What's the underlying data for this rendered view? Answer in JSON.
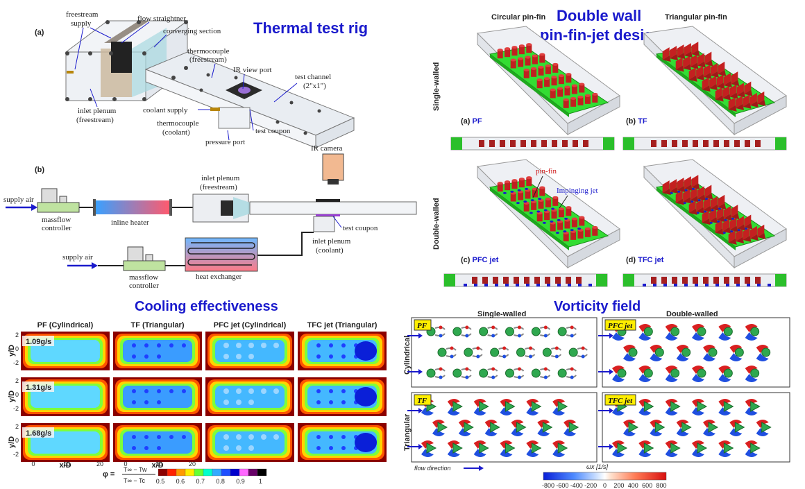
{
  "titles": {
    "thermal_rig": "Thermal test rig",
    "double_wall_1": "Double wall",
    "double_wall_2": "pin-fin-jet design",
    "cooling": "Cooling effectiveness",
    "vorticity": "Vorticity field"
  },
  "rig_labels": {
    "panel_a": "(a)",
    "panel_b": "(b)",
    "freestream_supply_1": "freestream",
    "freestream_supply_2": "supply",
    "flow_straightner": "flow straightner",
    "converging_section": "converging section",
    "thermocouple_fs_1": "thermocouple",
    "thermocouple_fs_2": "(freestream)",
    "ir_view_port": "IR view port",
    "test_channel_1": "test channel",
    "test_channel_2": "(2\"x1\")",
    "inlet_plenum_1": "inlet plenum",
    "inlet_plenum_2": "(freestream)",
    "coolant_supply": "coolant supply",
    "thermocouple_c_1": "thermocouple",
    "thermocouple_c_2": "(coolant)",
    "test_coupon": "test coupon",
    "pressure_port": "pressure port"
  },
  "schematic_labels": {
    "ir_camera": "IR camera",
    "supply_air_1": "supply air",
    "massflow_1a": "massflow",
    "massflow_1b": "controller",
    "inline_heater": "inline heater",
    "inlet_plenum_fs_1": "inlet plenum",
    "inlet_plenum_fs_2": "(freestream)",
    "test_coupon": "test coupon",
    "inlet_plenum_c_1": "inlet plenum",
    "inlet_plenum_c_2": "(coolant)",
    "supply_air_2": "supply air",
    "massflow_2a": "massflow",
    "massflow_2b": "controller",
    "heat_exchanger": "heat exchanger"
  },
  "design_labels": {
    "circular": "Circular pin-fin",
    "triangular": "Triangular pin-fin",
    "single_walled": "Single-walled",
    "double_walled": "Double-walled",
    "a_pre": "(a) ",
    "a": "PF",
    "b_pre": "(b) ",
    "b": "TF",
    "c_pre": "(c) ",
    "c": "PFC jet",
    "d_pre": "(d) ",
    "d": "TFC jet",
    "pin_fin": "pin-fin",
    "impinging_jet": "Impinging jet"
  },
  "cooling": {
    "columns": [
      "PF (Cylindrical)",
      "TF (Triangular)",
      "PFC jet (Cylindrical)",
      "TFC jet (Triangular)"
    ],
    "rows": [
      "1.09g/s",
      "1.31g/s",
      "1.68g/s"
    ],
    "ylabel": "y/D",
    "xlabel": "x/D",
    "yticks": [
      "2",
      "0",
      "-2"
    ],
    "xticks": [
      "0",
      "10",
      "20"
    ],
    "phi_label": "φ =",
    "phi_num": "T∞ − Tw",
    "phi_den": "T∞ − Tc",
    "colorbar_ticks": [
      "0.5",
      "0.6",
      "0.7",
      "0.8",
      "0.9",
      "1"
    ],
    "colors": [
      "#8b0000",
      "#ff2200",
      "#ff9900",
      "#ffee00",
      "#66ff33",
      "#00ffcc",
      "#33aaff",
      "#1f4fff",
      "#0000cc",
      "#ff66ff",
      "#660066",
      "#000000"
    ]
  },
  "vorticity": {
    "single_walled": "Single-walled",
    "double_walled": "Double-walled",
    "cylindrical": "Cylindrical",
    "triangular": "Triangular",
    "tags": [
      "PF",
      "PFC jet",
      "TF",
      "TFC jet"
    ],
    "flow_direction": "flow direction",
    "cbar_label": "ωx [1/s]",
    "cbar_ticks": [
      "-800",
      "-600",
      "-400",
      "-200",
      "0",
      "200",
      "400",
      "600",
      "800"
    ]
  }
}
